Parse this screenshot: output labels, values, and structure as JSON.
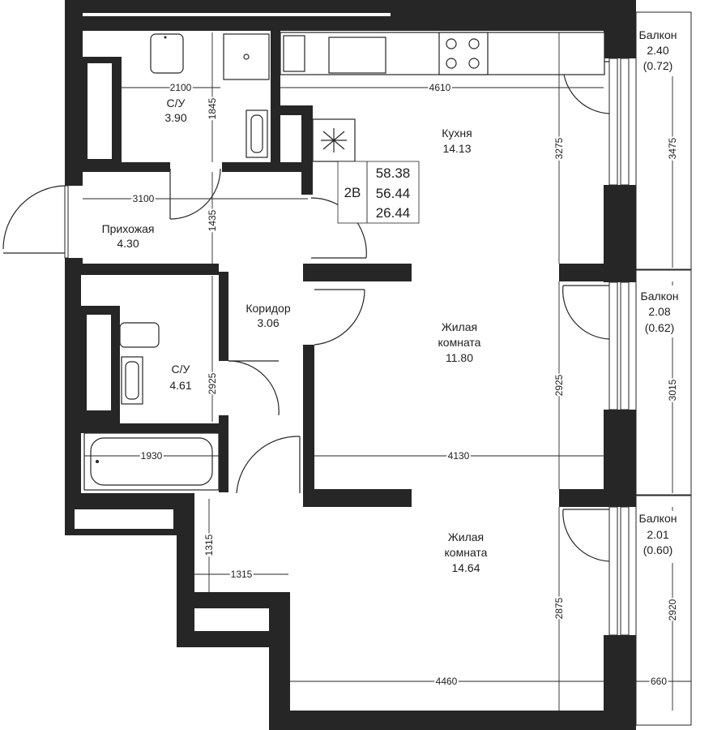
{
  "plan": {
    "badge": {
      "type": "2В",
      "area_total": "58.38",
      "area_living_incl": "56.44",
      "area_living": "26.44"
    },
    "rooms": {
      "bath1": {
        "name": "С/У",
        "area": "3.90"
      },
      "kitchen": {
        "name": "Кухня",
        "area": "14.13"
      },
      "hall": {
        "name": "Прихожая",
        "area": "4.30"
      },
      "corridor": {
        "name": "Коридор",
        "area": "3.06"
      },
      "bath2": {
        "name": "С/У",
        "area": "4.61"
      },
      "living1": {
        "name_line1": "Жилая",
        "name_line2": "комната",
        "area": "11.80"
      },
      "living2": {
        "name_line1": "Жилая",
        "name_line2": "комната",
        "area": "14.64"
      }
    },
    "balconies": [
      {
        "name": "Балкон",
        "area": "2.40",
        "reduced": "(0.72)"
      },
      {
        "name": "Балкон",
        "area": "2.08",
        "reduced": "(0.62)"
      },
      {
        "name": "Балкон",
        "area": "2.01",
        "reduced": "(0.60)"
      }
    ],
    "dimensions": {
      "bath1_w": "2100",
      "bath1_h": "1845",
      "kitchen_w": "4610",
      "kitchen_h": "3275",
      "balcony1_h": "3475",
      "hall_w": "3100",
      "hall_h": "1435",
      "bath2_h": "2925",
      "tub_w": "1930",
      "living1_h": "2925",
      "living1_w": "4130",
      "balcony2_h": "3015",
      "niche_h": "1315",
      "niche_w": "1315",
      "living2_h": "2875",
      "living2_w": "4460",
      "balcony3_h": "2920",
      "balcony3_w": "660"
    }
  }
}
